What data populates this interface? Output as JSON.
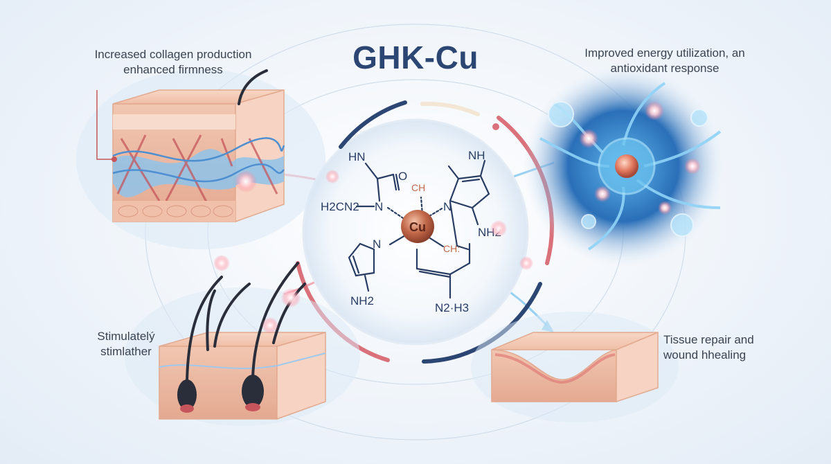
{
  "title": "GHK-Cu",
  "captions": {
    "top_left": [
      "Increased collagen production",
      "enhanced firmness"
    ],
    "top_right": [
      "Improved energy utilization, an",
      "antioxidant response"
    ],
    "bottom_left": [
      "Stimulatelý",
      "stimlather"
    ],
    "bottom_right": [
      "Tissue repair and",
      "wound hhealing"
    ]
  },
  "molecule": {
    "center": "Cu",
    "labels": {
      "nh_top_left": "HN",
      "h2n2": "H2CN2",
      "n_left": "N",
      "o_top": "O",
      "ch_top": "CH",
      "nh_top_right": "NH",
      "n_right": "N",
      "nh2_right": "NH2",
      "ch_right": "CH:",
      "n_ring_left": "N",
      "nh2_bottom_left": "NH2",
      "n2h3_bottom": "N2·H3"
    }
  },
  "colors": {
    "title": "#2c4674",
    "arc_blue": "#2c4674",
    "arc_red": "#d9707a",
    "copper": "#c2684a"
  }
}
